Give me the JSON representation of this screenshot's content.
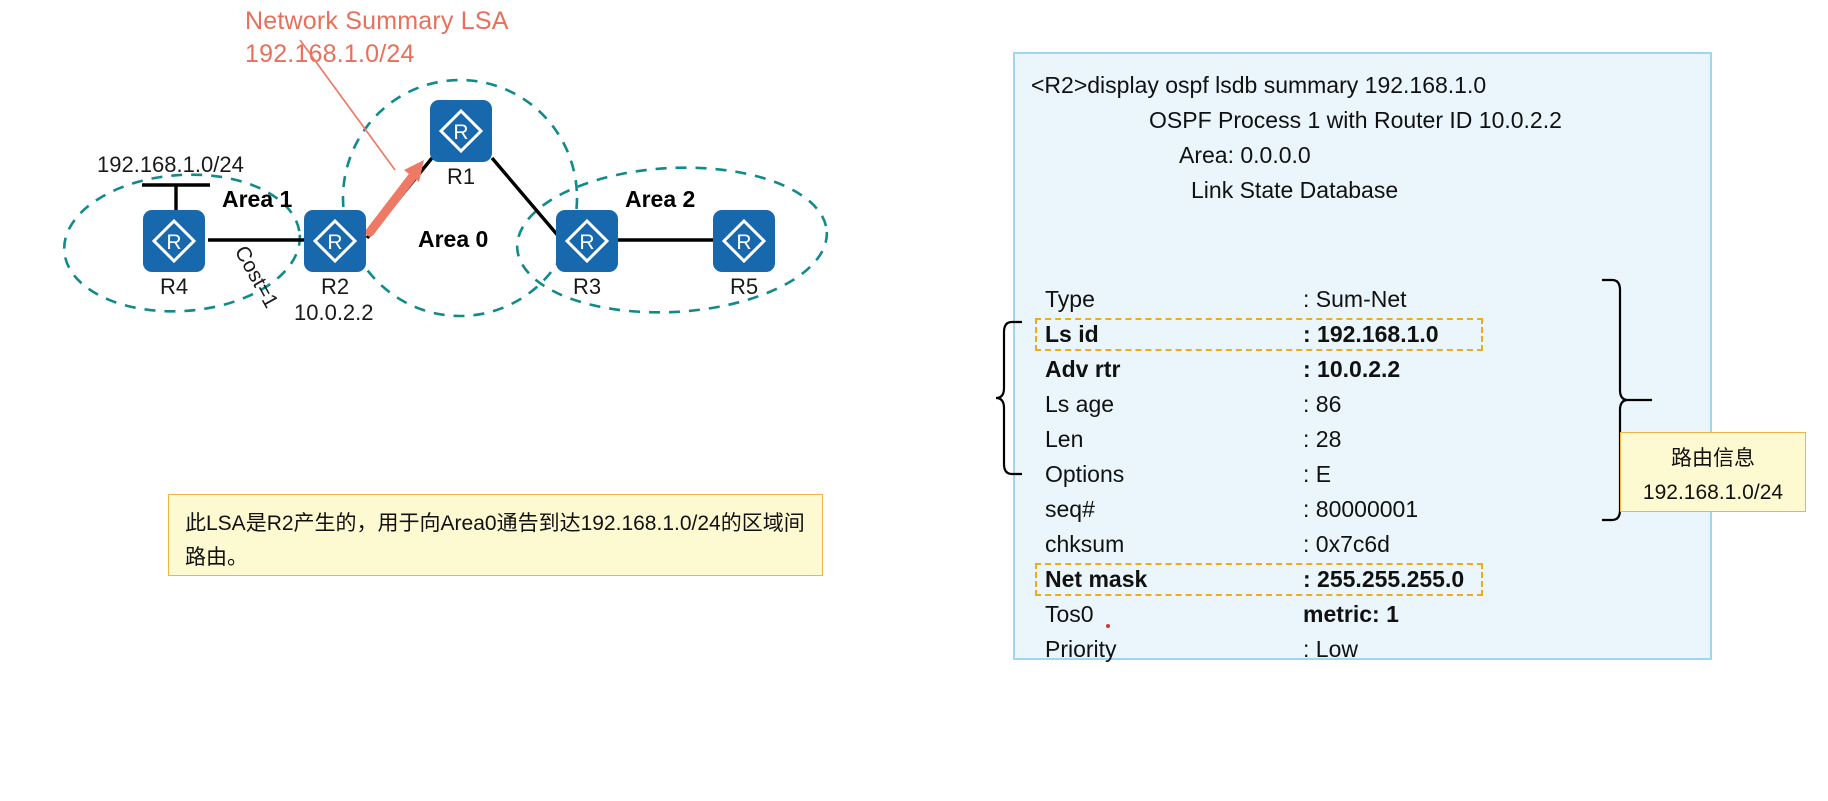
{
  "callout": {
    "title_line1": "Network Summary LSA",
    "title_line2": "192.168.1.0/24",
    "color": "#e8705a"
  },
  "topology": {
    "network_label": "192.168.1.0/24",
    "cost_label": "Cost=1",
    "router_id_label": "10.0.2.2",
    "areas": [
      {
        "name": "Area 1",
        "shape": "ellipse"
      },
      {
        "name": "Area 0",
        "shape": "circle"
      },
      {
        "name": "Area 2",
        "shape": "ellipse"
      }
    ],
    "routers": [
      {
        "id": "R4",
        "glyph": "R"
      },
      {
        "id": "R2",
        "glyph": "R"
      },
      {
        "id": "R1",
        "glyph": "R"
      },
      {
        "id": "R3",
        "glyph": "R"
      },
      {
        "id": "R5",
        "glyph": "R"
      }
    ],
    "colors": {
      "router_fill": "#1868ae",
      "area_outline": "#108a8a",
      "link": "#000000",
      "arrow": "#ee7a66"
    }
  },
  "notes": {
    "left": "此LSA是R2产生的，用于向Area0通告到达192.168.1.0/24的区域间路由。",
    "right_line1": "路由信息",
    "right_line2": "192.168.1.0/24",
    "fill": "#fdf9d0",
    "border": "#f0b44a"
  },
  "terminal": {
    "header": [
      "<R2>display ospf lsdb summary 192.168.1.0",
      "OSPF Process 1 with Router ID 10.0.2.2",
      "Area: 0.0.0.0",
      "Link State Database"
    ],
    "rows": [
      {
        "key": "Type",
        "value": ": Sum-Net",
        "highlight": false,
        "bold": false
      },
      {
        "key": "Ls id",
        "value": ": 192.168.1.0",
        "highlight": true,
        "bold": true
      },
      {
        "key": "Adv rtr",
        "value": ": 10.0.2.2",
        "highlight": false,
        "bold": true
      },
      {
        "key": "Ls age",
        "value": ": 86",
        "highlight": false,
        "bold": false
      },
      {
        "key": "Len",
        "value": ": 28",
        "highlight": false,
        "bold": false
      },
      {
        "key": "Options",
        "value": ": E",
        "highlight": false,
        "bold": false
      },
      {
        "key": "seq#",
        "value": ": 80000001",
        "highlight": false,
        "bold": false
      },
      {
        "key": "chksum",
        "value": ": 0x7c6d",
        "highlight": false,
        "bold": false
      },
      {
        "key": "Net mask",
        "value": ": 255.255.255.0",
        "highlight": true,
        "bold": true
      },
      {
        "key": "Tos0",
        "value": "metric: 1",
        "highlight": false,
        "bold": false,
        "metric": true
      },
      {
        "key": "Priority",
        "value": ": Low",
        "highlight": false,
        "bold": false
      }
    ],
    "colors": {
      "panel_fill": "#eaf6fb",
      "panel_border": "#9ed8ef",
      "highlight_border": "#f0ab1a"
    }
  }
}
